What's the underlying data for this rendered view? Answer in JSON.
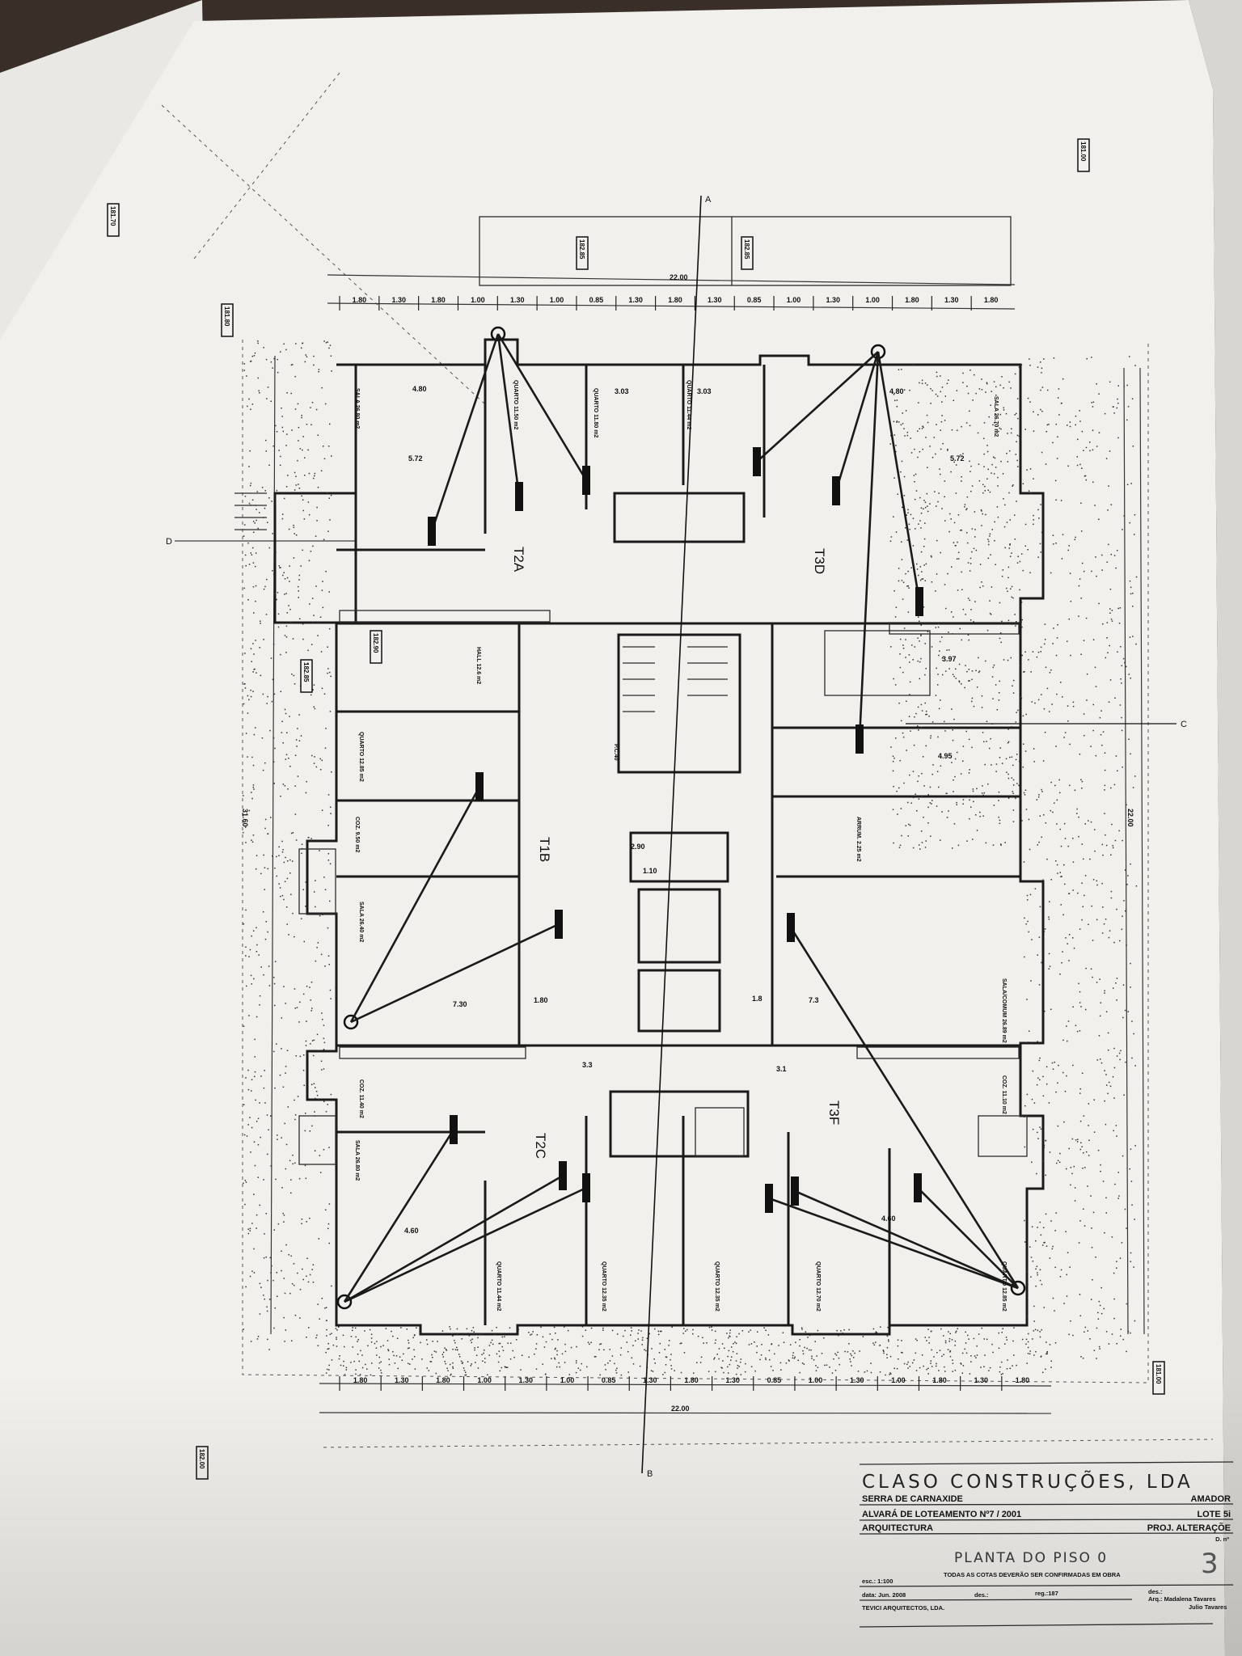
{
  "title_block": {
    "company": "CLASO CONSTRUÇÕES, LDA",
    "location": "SERRA DE CARNAXIDE",
    "location_right": "AMADOR",
    "permit": "ALVARÁ DE LOTEAMENTO Nº7 / 2001",
    "lot": "LOTE 5i",
    "discipline": "ARQUITECTURA",
    "project_type": "PROJ. ALTERAÇÕE",
    "sheet_label": "D. nº",
    "drawing_title": "PLANTA DO PISO 0",
    "sheet_number": "3",
    "note": "TODAS AS COTAS DEVERÃO SER CONFIRMADAS EM OBRA",
    "scale": "esc.: 1:100",
    "date": "data: Jun. 2008",
    "des": "des.:",
    "reg": "reg.:187",
    "dese": "des.:",
    "architects_firm": "TEVICI ARQUITECTOS, LDA.",
    "architect_1": "Arq.: Madalena Tavares",
    "architect_2": "Julio Tavares"
  },
  "plan": {
    "apartments": [
      "T2A",
      "T3D",
      "T1B",
      "T2C",
      "T3F"
    ],
    "rooms": [
      "SALA 26.80 m2",
      "QUARTO 11.50 m2",
      "QUARTO 11.80 m2",
      "QUARTO 11.44 m2",
      "SALA 26.70 m2",
      "HALL 12.6 m2",
      "QUARTO 12.85 m2",
      "COZ. 9.50 m2",
      "SALA 26.40 m2",
      "COZ. 11.40 m2",
      "SALA 26.80 m2",
      "QUARTO 11.44 m2",
      "QUARTO 12.35 m2",
      "QUARTO 12.35 m2",
      "QUARTO 12.70 m2",
      "QUARTO 12.85 m2",
      "SALA/COMUM 26.89 m2",
      "COZ. 11.10 m2",
      "ARRUM. 2.25 m2",
      "P.C.40"
    ],
    "elevation_tags": [
      "181.00",
      "181.70",
      "181.80",
      "182.85",
      "182.85",
      "182.85",
      "181.00",
      "182.00",
      "182.90"
    ],
    "sections": [
      "A",
      "B",
      "C",
      "D"
    ],
    "overall_dimension_top": "22.00",
    "overall_dimension_bottom": "22.00",
    "overall_dimension_left": "31.60",
    "overall_dimension_right": "22.00",
    "top_dimensions": [
      "1.80",
      "1.30",
      "1.80",
      "1.00",
      "1.30",
      "1.00",
      "0.85",
      "1.30",
      "1.80",
      "1.30",
      "0.85",
      "1.00",
      "1.30",
      "1.00",
      "1.80",
      "1.30",
      "1.80"
    ],
    "bottom_dimensions": [
      "1.80",
      "1.30",
      "1.80",
      "1.00",
      "1.30",
      "1.00",
      "0.85",
      "1.30",
      "1.80",
      "1.30",
      "0.85",
      "1.00",
      "1.30",
      "1.00",
      "1.80",
      "1.30",
      "1.80"
    ],
    "interior_dimensions": [
      "4.80",
      "3.03",
      "3.03",
      "4.80",
      "5.72",
      "5.72",
      "7.30",
      "7.3",
      "3.3",
      "3.1",
      "1.80",
      "1.8",
      "4.95",
      "3.97",
      "2.90",
      "1.10",
      "4.60",
      "4.60"
    ]
  }
}
